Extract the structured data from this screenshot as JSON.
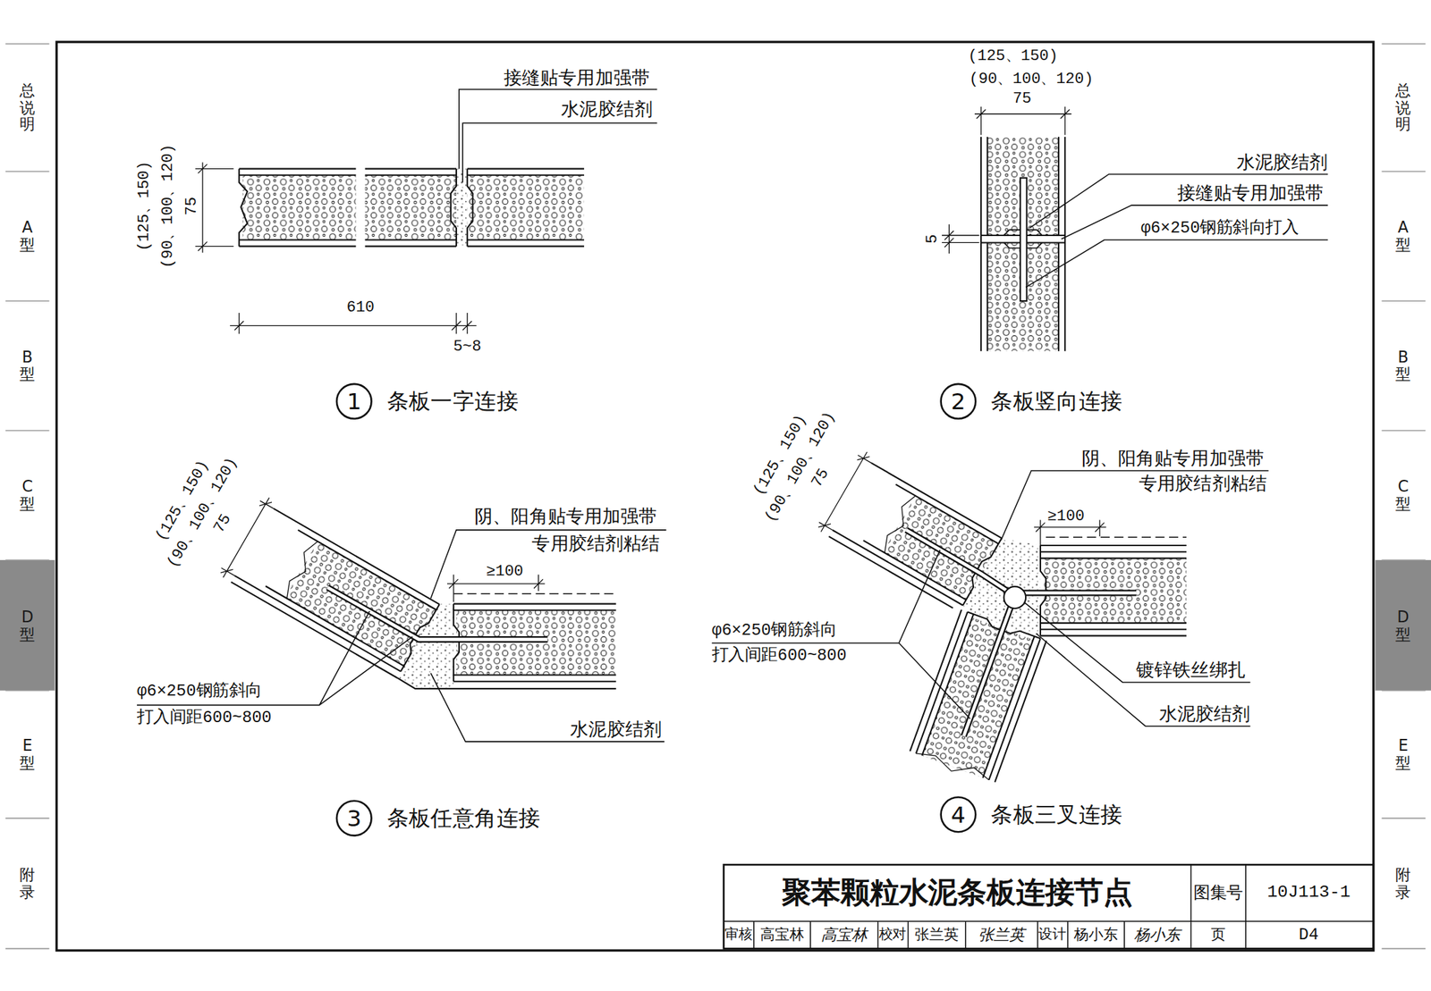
{
  "diagram": {
    "title": "聚苯颗粒水泥条板连接节点",
    "nodes": [
      {
        "text": [
          "总说明"
        ]
      },
      {
        "text": [
          "A型"
        ]
      },
      {
        "text": [
          "B型"
        ]
      },
      {
        "text": [
          "C型"
        ]
      },
      {
        "text": [
          "D型"
        ]
      },
      {
        "text": [
          "E型"
        ]
      },
      {
        "text": [
          "附录"
        ]
      },
      {
        "text": [
          "1",
          "条板一字连接"
        ]
      },
      {
        "text": [
          "2",
          "条板竖向连接"
        ]
      },
      {
        "text": [
          "3",
          "条板任意角连接"
        ]
      },
      {
        "text": [
          "4",
          "条板三叉连接"
        ]
      },
      {
        "text": [
          "总说明"
        ]
      },
      {
        "text": [
          "A型"
        ]
      },
      {
        "text": [
          "B型"
        ]
      },
      {
        "text": [
          "C型"
        ]
      },
      {
        "text": [
          "D型"
        ]
      },
      {
        "text": [
          "E型"
        ]
      },
      {
        "text": [
          "附录"
        ]
      }
    ],
    "labels": [
      "接缝贴专用加强带",
      "水泥胶结剂",
      "(125、150)",
      "(90、100、120)",
      "75",
      "610",
      "5~8",
      "(125、150)",
      "(90、100、120)",
      "75",
      "水泥胶结剂",
      "接缝贴专用加强带",
      "φ6×250钢筋斜向打入",
      "5",
      "(125、150)",
      "(90、100、120)",
      "75",
      "阴、阳角贴专用加强带",
      "专用胶结剂粘结",
      "≥100",
      "φ6×250钢筋斜向",
      "打入间距600~800",
      "水泥胶结剂",
      "(125、150)",
      "(90、100、120)",
      "75",
      "阴、阳角贴专用加强带",
      "专用胶结剂粘结",
      "≥100",
      "φ6×250钢筋斜向",
      "打入间距600~800",
      "镀锌铁丝绑扎",
      "水泥胶结剂",
      "图集号",
      "10J113-1",
      "审核",
      "高宝林",
      "高宝林",
      "校对",
      "张兰英",
      "张兰英",
      "设计",
      "杨小东",
      "杨小东",
      "页",
      "D4"
    ]
  }
}
